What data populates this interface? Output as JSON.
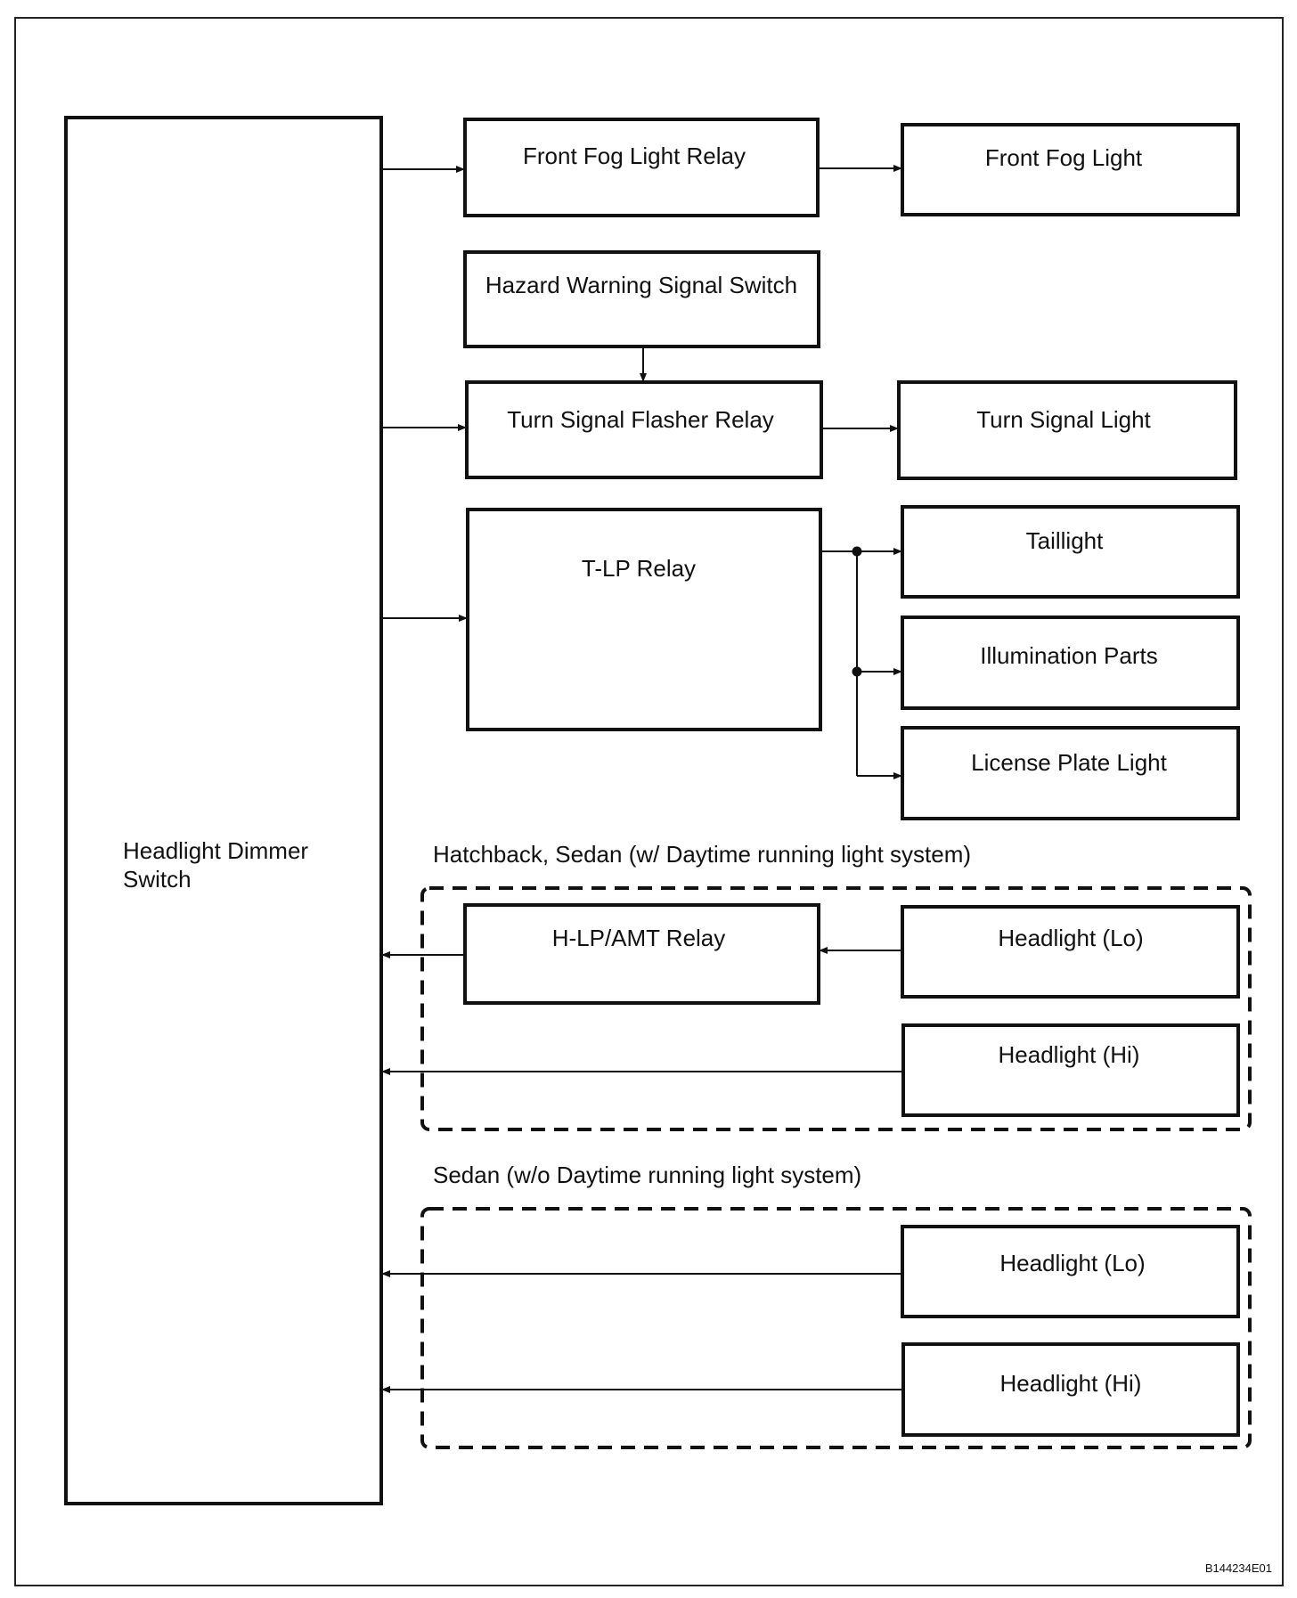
{
  "diagram": {
    "headlight_dimmer_switch": [
      "Headlight Dimmer",
      "Switch"
    ],
    "front_fog_light_relay": "Front Fog Light Relay",
    "front_fog_light": "Front Fog Light",
    "hazard_warning_signal_switch": "Hazard Warning Signal Switch",
    "turn_signal_flasher_relay": "Turn Signal Flasher Relay",
    "turn_signal_light": "Turn Signal Light",
    "tlp_relay": "T-LP Relay",
    "taillight": "Taillight",
    "illumination_parts": "Illumination Parts",
    "license_plate_light": "License Plate Light",
    "group_drl": {
      "caption": "Hatchback, Sedan (w/ Daytime running light system)",
      "hlp_amt_relay": "H-LP/AMT Relay",
      "headlight_lo": "Headlight (Lo)",
      "headlight_hi": "Headlight (Hi)"
    },
    "group_no_drl": {
      "caption": "Sedan (w/o Daytime running light system)",
      "headlight_lo": "Headlight (Lo)",
      "headlight_hi": "Headlight (Hi)"
    },
    "figure_code": "B144234E01"
  }
}
